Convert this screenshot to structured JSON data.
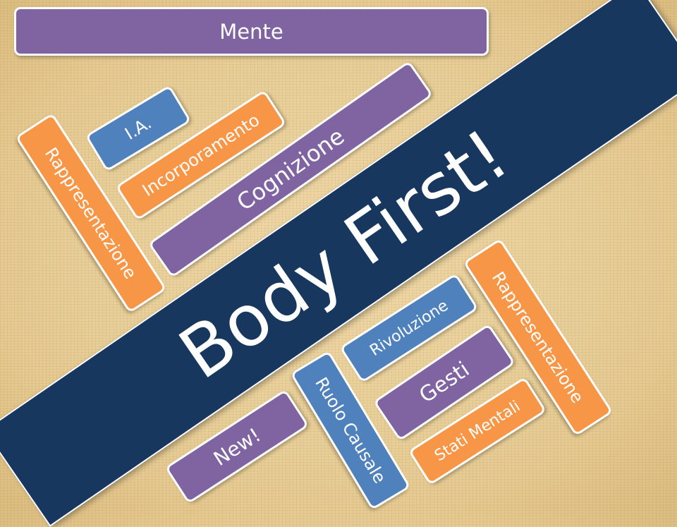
{
  "slide": {
    "title": "Body First!",
    "colors": {
      "purple": "#8064a2",
      "blue": "#4f81bd",
      "orange": "#f79646",
      "navy": "#17375e",
      "background": "#e8cf98"
    },
    "labels": {
      "mente": "Mente",
      "ia": "I.A.",
      "incorporamento": "Incorporamento",
      "cognizione": "Cognizione",
      "rappresentazione_left": "Rappresentazione",
      "new": "New!",
      "ruolo_causale": "Ruolo Causale",
      "rivoluzione": "Rivoluzione",
      "gesti": "Gesti",
      "stati_mentali": "Stati Mentali",
      "rappresentazione_right": "Rappresentazione"
    }
  }
}
